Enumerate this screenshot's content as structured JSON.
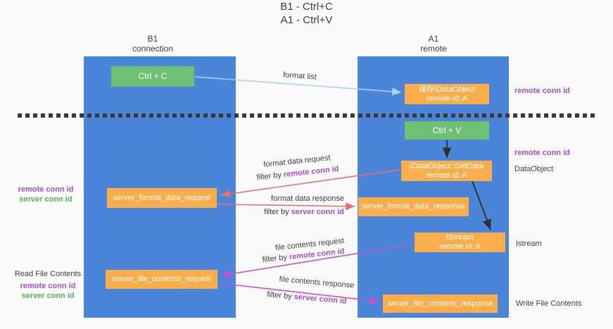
{
  "title": {
    "line1": "B1 - Ctrl+C",
    "line2": "A1 - Ctrl+V"
  },
  "lanes": {
    "left": {
      "name": "B1",
      "subtitle": "connection"
    },
    "right": {
      "name": "A1",
      "subtitle": "remote"
    }
  },
  "nodes": {
    "ctrl_c": {
      "label": "Ctrl + C"
    },
    "ctrl_v": {
      "label": "Ctrl + V"
    },
    "saved_dataobject": {
      "line1": "保存IDataObject",
      "line2": "remote id: A"
    },
    "getdata": {
      "line1": "IDataObject::GetData",
      "line2": "remote id: A"
    },
    "istream": {
      "line1": "IStream",
      "line2": "remote id: A"
    },
    "format_request": {
      "label": "server_format_data_request"
    },
    "format_response": {
      "label": "server_format_data_response"
    },
    "file_request": {
      "label": "server_file_contents_request"
    },
    "file_response": {
      "label": "server_file_contents_response"
    }
  },
  "edge_labels": {
    "format_list": "format list",
    "format_data_request": "format data request",
    "format_data_response": "format data response",
    "file_contents_request": "file contents request",
    "file_contents_response": "file contents response",
    "filter_by": "filter by ",
    "remote_conn_id": "remote conn id",
    "server_conn_id": "server conn id"
  },
  "side_labels": {
    "left": {
      "remote_conn_id": "remote conn id",
      "server_conn_id": "server conn id",
      "read_file": "Read File Contents"
    },
    "right": {
      "remote_conn_id_top": "remote conn id",
      "remote_conn_id_mid": "remote conn id",
      "dataobject": "DataObject",
      "istream": "Istream",
      "write_file": "Write File Contents"
    }
  },
  "colors": {
    "lane_blue": "#4a85da",
    "node_green": "#6ec072",
    "node_orange": "#f9ae4b",
    "arrow_lightblue": "#a9d2f0",
    "arrow_red": "#e96e6e",
    "arrow_magenta": "#ca52c5",
    "arrow_black": "#2e2e2e",
    "text_purple": "#a84fc8",
    "text_green": "#55b259",
    "text_dark": "#3f3f3f",
    "background": "#fafafa"
  }
}
